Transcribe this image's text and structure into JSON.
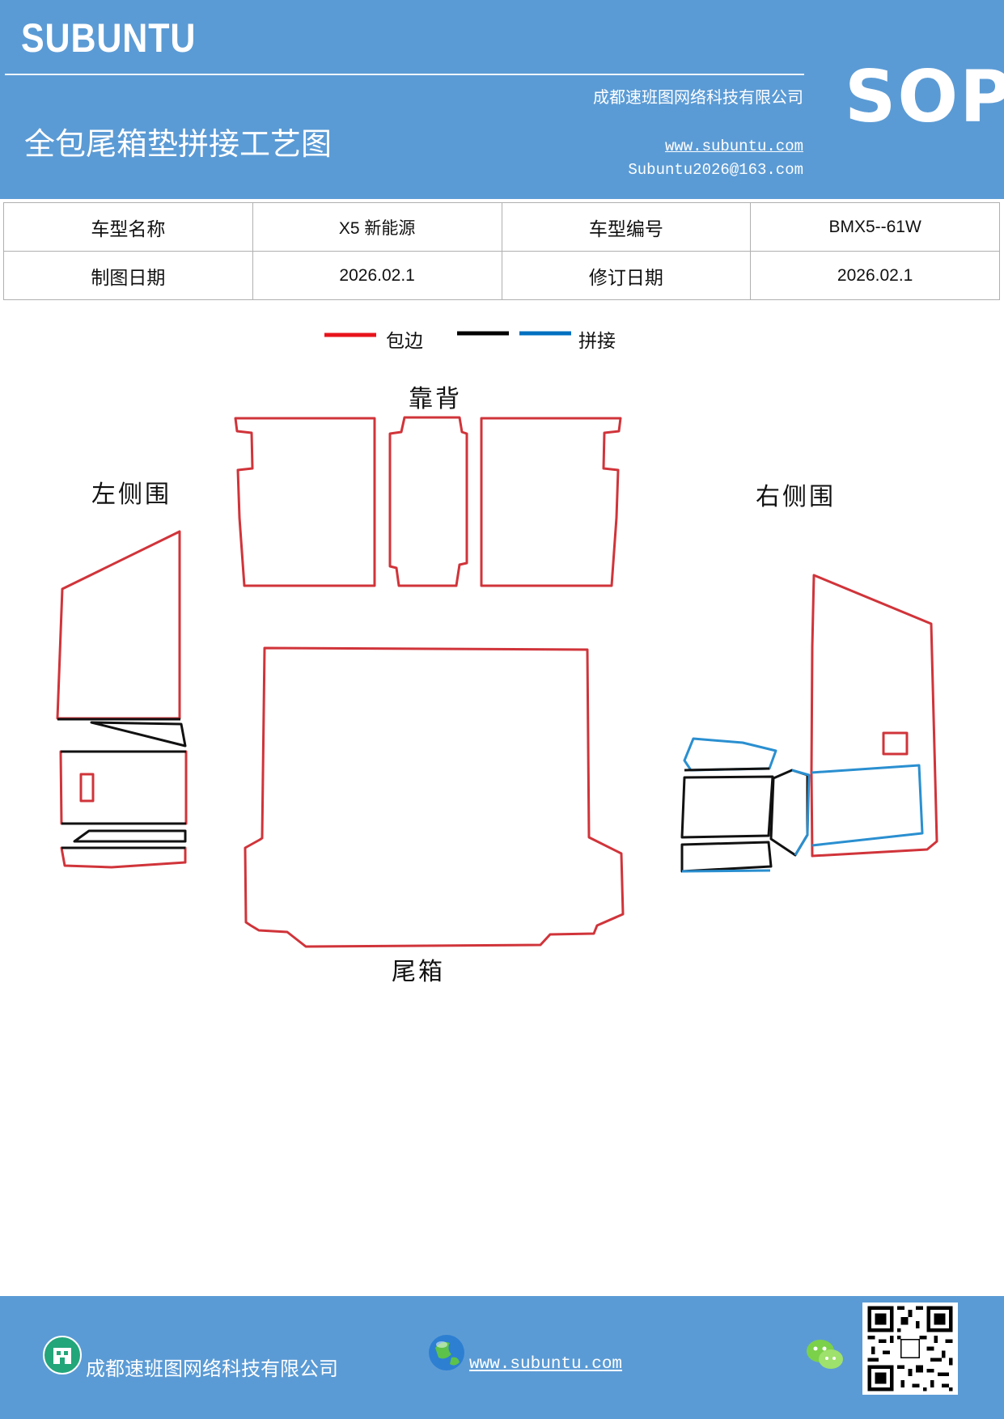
{
  "header": {
    "logo": "SUBUNTU",
    "company": "成都速班图网络科技有限公司",
    "title": "全包尾箱垫拼接工艺图",
    "website": "www.subuntu.com",
    "email": "Subuntu2026@163.com",
    "badge": "SOP"
  },
  "info_table": {
    "model_name_label": "车型名称",
    "model_name_value": "X5 新能源",
    "model_code_label": "车型编号",
    "model_code_value": "BMX5--61W",
    "draw_date_label": "制图日期",
    "draw_date_value": "2026.02.1",
    "revise_date_label": "修订日期",
    "revise_date_value": "2026.02.1"
  },
  "legend": {
    "edge_label": "包边",
    "splice_label": "拼接",
    "colors": {
      "edge": "#e8141c",
      "seam": "#000000",
      "splice": "#0070c0"
    }
  },
  "diagram": {
    "backrest_label": "靠背",
    "left_side_label": "左侧围",
    "right_side_label": "右侧围",
    "trunk_label": "尾箱",
    "outline_colors": {
      "red": "#d0343a",
      "black": "#111111",
      "blue": "#2a8fd0"
    }
  },
  "footer": {
    "company": "成都速班图网络科技有限公司",
    "website": "www.subuntu.com",
    "icons": [
      "building-icon",
      "globe-icon",
      "wechat-icon",
      "qr-code"
    ]
  }
}
